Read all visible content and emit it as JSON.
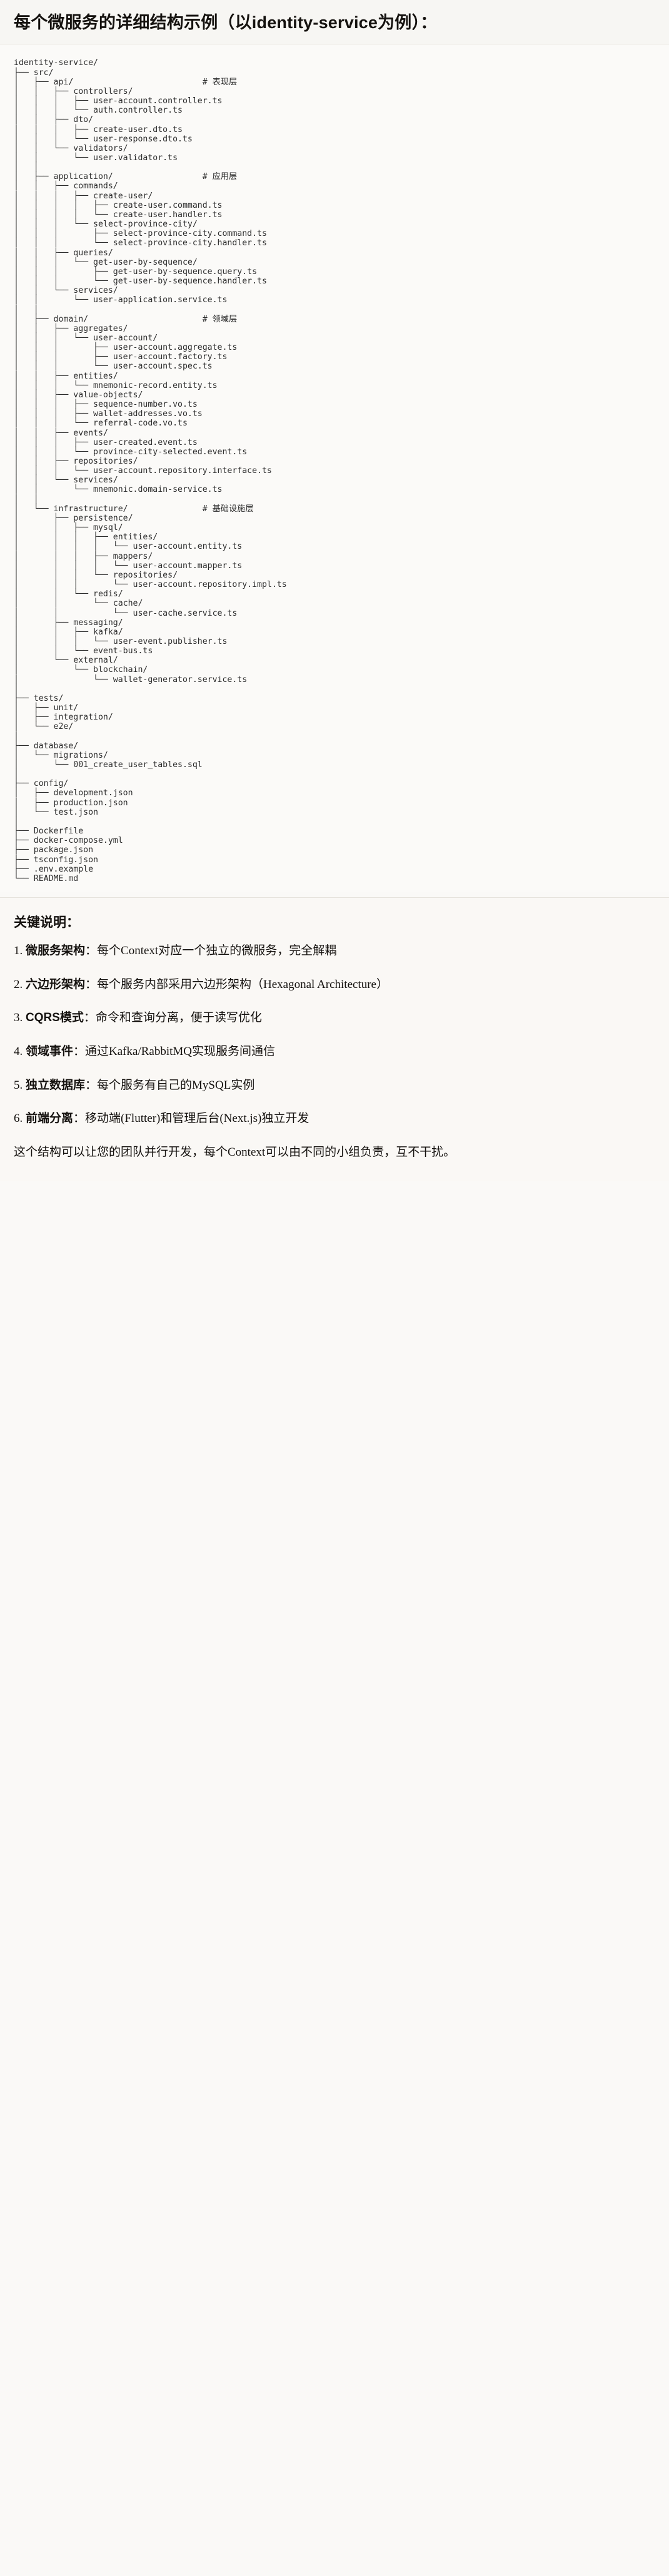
{
  "heading": {
    "text": "每个微服务的详细结构示例（以identity-service为例）："
  },
  "tree": {
    "root": "identity-service/",
    "text": "identity-service/\n├── src/\n│   ├── api/                          # 表现层\n│   │   ├── controllers/\n│   │   │   ├── user-account.controller.ts\n│   │   │   └── auth.controller.ts\n│   │   ├── dto/\n│   │   │   ├── create-user.dto.ts\n│   │   │   └── user-response.dto.ts\n│   │   └── validators/\n│   │       └── user.validator.ts\n│   │\n│   ├── application/                  # 应用层\n│   │   ├── commands/\n│   │   │   ├── create-user/\n│   │   │   │   ├── create-user.command.ts\n│   │   │   │   └── create-user.handler.ts\n│   │   │   └── select-province-city/\n│   │   │       ├── select-province-city.command.ts\n│   │   │       └── select-province-city.handler.ts\n│   │   ├── queries/\n│   │   │   └── get-user-by-sequence/\n│   │   │       ├── get-user-by-sequence.query.ts\n│   │   │       └── get-user-by-sequence.handler.ts\n│   │   └── services/\n│   │       └── user-application.service.ts\n│   │\n│   ├── domain/                       # 领域层\n│   │   ├── aggregates/\n│   │   │   └── user-account/\n│   │   │       ├── user-account.aggregate.ts\n│   │   │       ├── user-account.factory.ts\n│   │   │       └── user-account.spec.ts\n│   │   ├── entities/\n│   │   │   └── mnemonic-record.entity.ts\n│   │   ├── value-objects/\n│   │   │   ├── sequence-number.vo.ts\n│   │   │   ├── wallet-addresses.vo.ts\n│   │   │   └── referral-code.vo.ts\n│   │   ├── events/\n│   │   │   ├── user-created.event.ts\n│   │   │   └── province-city-selected.event.ts\n│   │   ├── repositories/\n│   │   │   └── user-account.repository.interface.ts\n│   │   └── services/\n│   │       └── mnemonic.domain-service.ts\n│   │\n│   └── infrastructure/               # 基础设施层\n│       ├── persistence/\n│       │   ├── mysql/\n│       │   │   ├── entities/\n│       │   │   │   └── user-account.entity.ts\n│       │   │   ├── mappers/\n│       │   │   │   └── user-account.mapper.ts\n│       │   │   └── repositories/\n│       │   │       └── user-account.repository.impl.ts\n│       │   └── redis/\n│       │       └── cache/\n│       │           └── user-cache.service.ts\n│       ├── messaging/\n│       │   ├── kafka/\n│       │   │   └── user-event.publisher.ts\n│       │   └── event-bus.ts\n│       └── external/\n│           └── blockchain/\n│               └── wallet-generator.service.ts\n│\n├── tests/\n│   ├── unit/\n│   ├── integration/\n│   └── e2e/\n│\n├── database/\n│   └── migrations/\n│       └── 001_create_user_tables.sql\n│\n├── config/\n│   ├── development.json\n│   ├── production.json\n│   └── test.json\n│\n├── Dockerfile\n├── docker-compose.yml\n├── package.json\n├── tsconfig.json\n├── .env.example\n└── README.md",
    "layer_comments": [
      {
        "path": "src/api/",
        "comment": "# 表现层"
      },
      {
        "path": "src/application/",
        "comment": "# 应用层"
      },
      {
        "path": "src/domain/",
        "comment": "# 领域层"
      },
      {
        "path": "src/infrastructure/",
        "comment": "# 基础设施层"
      }
    ]
  },
  "keys": {
    "title": "关键说明：",
    "items": [
      {
        "num": "1.",
        "term": "微服务架构",
        "sep": "：",
        "desc": "每个Context对应一个独立的微服务，完全解耦"
      },
      {
        "num": "2.",
        "term": "六边形架构",
        "sep": "：",
        "desc": "每个服务内部采用六边形架构（Hexagonal Architecture）"
      },
      {
        "num": "3.",
        "term": "CQRS模式",
        "sep": "：",
        "desc": "命令和查询分离，便于读写优化"
      },
      {
        "num": "4.",
        "term": "领域事件",
        "sep": "：",
        "desc": "通过Kafka/RabbitMQ实现服务间通信"
      },
      {
        "num": "5.",
        "term": "独立数据库",
        "sep": "：",
        "desc": "每个服务有自己的MySQL实例"
      },
      {
        "num": "6.",
        "term": "前端分离",
        "sep": "：",
        "desc": "移动端(Flutter)和管理后台(Next.js)独立开发"
      }
    ],
    "closing": "这个结构可以让您的团队并行开发，每个Context可以由不同的小组负责，互不干扰。"
  }
}
